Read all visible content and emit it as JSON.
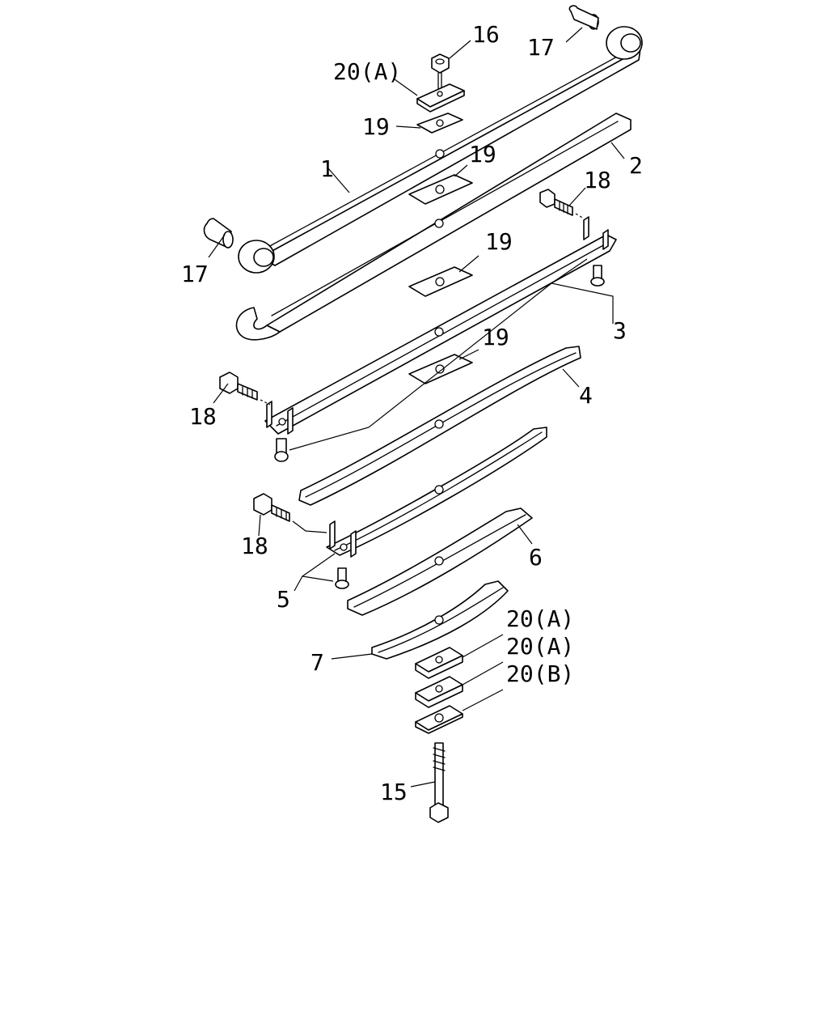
{
  "callouts": {
    "n16": "16",
    "n17_top": "17",
    "n20a_top": "20(A)",
    "n19_a": "19",
    "n1": "1",
    "n19_b": "19",
    "n2": "2",
    "n18_a": "18",
    "n17_left": "17",
    "n19_c": "19",
    "n3": "3",
    "n19_d": "19",
    "n4": "4",
    "n18_b": "18",
    "n18_c": "18",
    "n6": "6",
    "n5": "5",
    "n20a_1": "20(A)",
    "n7": "7",
    "n20a_2": "20(A)",
    "n20b": "20(B)",
    "n15": "15"
  }
}
